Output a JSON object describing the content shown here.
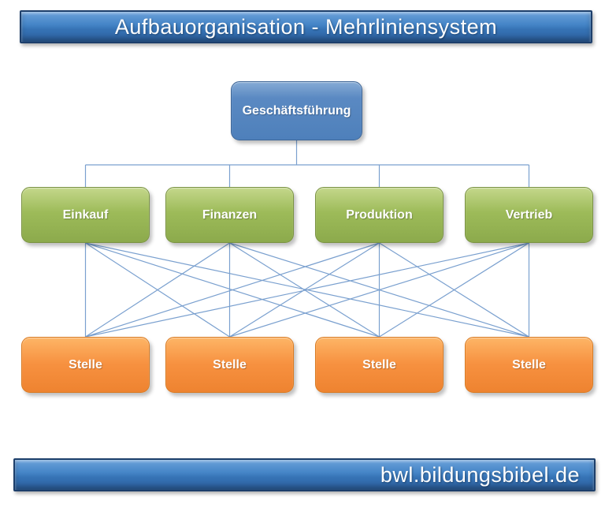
{
  "header": {
    "title": "Aufbauorganisation - Mehrliniensystem"
  },
  "footer": {
    "site": "bwl.bildungsbibel.de"
  },
  "diagram": {
    "type": "org-chart-multi-line-system",
    "root": {
      "label": "Geschäftsführung"
    },
    "departments": [
      {
        "label": "Einkauf"
      },
      {
        "label": "Finanzen"
      },
      {
        "label": "Produktion"
      },
      {
        "label": "Vertrieb"
      }
    ],
    "positions": [
      {
        "label": "Stelle"
      },
      {
        "label": "Stelle"
      },
      {
        "label": "Stelle"
      },
      {
        "label": "Stelle"
      }
    ],
    "relations": "every department connects to every position (Mehrliniensystem mesh)"
  },
  "colors": {
    "banner_blue": "#3673b5",
    "banner_border": "#1d3f6b",
    "node_blue": "#4e80bb",
    "node_green": "#9dbb59",
    "node_orange": "#f79140",
    "connector_line": "#7aa0cf",
    "text": "#ffffff",
    "background": "#ffffff"
  }
}
